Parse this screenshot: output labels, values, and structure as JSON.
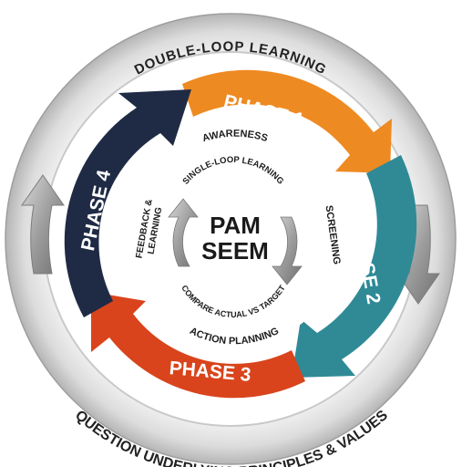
{
  "outer_top_label": "DOUBLE-LOOP LEARNING",
  "outer_bottom_label": "QUESTION UNDERLYING PRINCIPLES & VALUES",
  "phases": [
    {
      "label": "PHASE 1",
      "color": "#ee8a22"
    },
    {
      "label": "PHASE 2",
      "color": "#2f8a96"
    },
    {
      "label": "PHASE 3",
      "color": "#d9441c"
    },
    {
      "label": "PHASE 4",
      "color": "#1f2b45"
    }
  ],
  "stage_labels": {
    "awareness": "AWARENESS",
    "screening": "SCREENING",
    "action_planning": "ACTION PLANNING",
    "feedback_line1": "FEEDBACK &",
    "feedback_line2": "LEARNING"
  },
  "inner_top_label": "SINGLE-LOOP LEARNING",
  "inner_bottom_label": "COMPARE ACTUAL VS TARGET",
  "center": {
    "line1": "PAM",
    "line2": "SEEM"
  },
  "colors": {
    "outer_ring": "#e4e4e4",
    "outer_ring_edge": "#9a9a9a",
    "silver_arrow": "#a9a9a9"
  }
}
